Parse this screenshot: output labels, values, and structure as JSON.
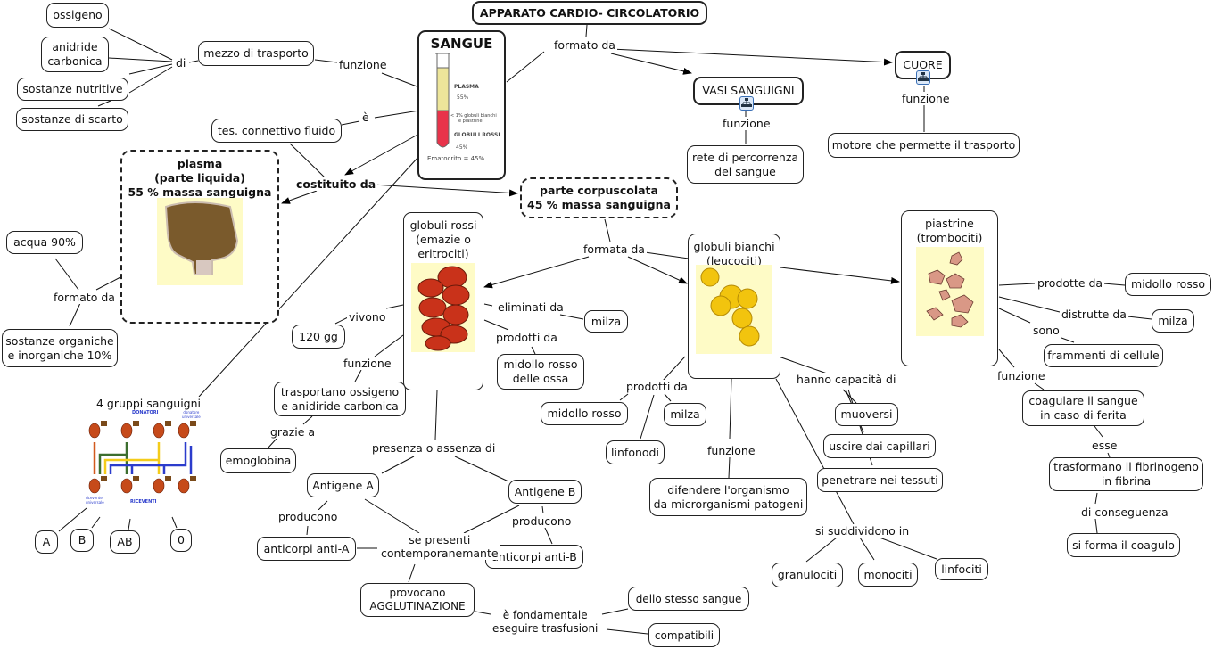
{
  "title": "APPARATO CARDIO- CIRCOLATORIO",
  "nodes": {
    "ossigeno": "ossigeno",
    "anidride_1": "anidride",
    "anidride_2": "carbonica",
    "sost_nutritive": "sostanze nutritive",
    "sost_scarto": "sostanze di scarto",
    "mezzo_trasporto": "mezzo di trasporto",
    "tes_connettivo": "tes. connettivo fluido",
    "sangue": "SANGUE",
    "vasi": "VASI SANGUIGNI",
    "cuore": "CUORE",
    "rete_1": "rete di percorrenza",
    "rete_2": "del sangue",
    "motore": "motore che permette il trasporto",
    "plasma_1": "plasma",
    "plasma_2": "(parte liquida)",
    "plasma_3": "55 % massa sanguigna",
    "corp_1": "parte corpuscolata",
    "corp_2": "45 % massa sanguigna",
    "acqua": "acqua 90%",
    "sost_org_1": "sostanze organiche",
    "sost_org_2": "e inorganiche 10%",
    "gr_1": "globuli rossi",
    "gr_2": "(emazie o",
    "gr_3": "eritrociti)",
    "gb_1": "globuli bianchi",
    "gb_2": "(leucociti)",
    "pi_1": "piastrine",
    "pi_2": "(trombociti)",
    "gg120": "120 gg",
    "milza_gr": "milza",
    "midollo_ossa_1": "midollo rosso",
    "midollo_ossa_2": "delle ossa",
    "trasportano_1": "trasportano ossigeno",
    "trasportano_2": "e anidiride carbonica",
    "emoglobina": "emoglobina",
    "antigene_a": "Antigene A",
    "antigene_b": "Antigene B",
    "anticorpi_a": "anticorpi anti-A",
    "anticorpi_b": "anticorpi anti-B",
    "agglut_1": "provocano",
    "agglut_2": "AGGLUTINAZIONE",
    "stesso_sangue": "dello stesso sangue",
    "compatibili": "compatibili",
    "midollo_gb": "midollo rosso",
    "milza_gb": "milza",
    "linfonodi": "linfonodi",
    "difendere_1": "difendere l'organismo",
    "difendere_2": "da microrganismi patogeni",
    "muoversi": "muoversi",
    "uscire": "uscire dai capillari",
    "penetrare": "penetrare nei tessuti",
    "granulociti": "granulociti",
    "monociti": "monociti",
    "linfociti": "linfociti",
    "midollo_pi": "midollo rosso",
    "milza_pi": "milza",
    "frammenti": "frammenti di cellule",
    "coagulare_1": "coagulare il sangue",
    "coagulare_2": "in caso di ferita",
    "fibrinogeno_1": "trasformano il fibrinogeno",
    "fibrinogeno_2": "in fibrina",
    "coagulo": "si forma il coagulo",
    "gruppo_a": "A",
    "gruppo_b": "B",
    "gruppo_ab": "AB",
    "gruppo_0": "0"
  },
  "links": {
    "di": "di",
    "funzione_sangue": "funzione",
    "e_accent": "è",
    "formato_da_top": "formato da",
    "costituito_da": "costituito da",
    "formata_da": "formata da",
    "funzione_vasi": "funzione",
    "funzione_cuore": "funzione",
    "formato_da_plasma": "formato da",
    "vivono": "vivono",
    "eliminati_da": "eliminati da",
    "prodotti_da_gr": "prodotti da",
    "funzione_gr": "funzione",
    "grazie_a": "grazie a",
    "presenza_assenza": "presenza o assenza di",
    "producono_a": "producono",
    "producono_b": "producono",
    "se_presenti_1": "se presenti",
    "se_presenti_2": "contemporanemante",
    "fondamentale_1": "è fondamentale",
    "fondamentale_2": "eseguire trasfusioni",
    "prodotti_da_gb": "prodotti da",
    "funzione_gb": "funzione",
    "hanno_capacita": "hanno capacità di",
    "si_suddividono": "si suddividono in",
    "prodotte_da": "prodotte da",
    "distrutte_da": "distrutte da",
    "sono": "sono",
    "funzione_pi": "funzione",
    "esse": "esse",
    "di_conseguenza": "di conseguenza",
    "gruppi_sanguigni": "4 gruppi sanguigni"
  },
  "tube": {
    "plasma": "PLASMA",
    "plasma_pct": "55%",
    "bianchi_1": "< 1% globuli bianchi",
    "bianchi_2": "e piastrine",
    "rossi": "GLOBULI ROSSI",
    "rossi_pct": "45%",
    "ematocrito": "Ematocrito = 45%"
  },
  "blood_chart": {
    "donatori": "DONATORI",
    "donatore_universale_1": "donatore",
    "donatore_universale_2": "universale",
    "ricevente_universale_1": "ricevente",
    "ricevente_universale_2": "universale",
    "riceventi": "RICEVENTI",
    "donor_groups": [
      "AB",
      "B",
      "A",
      "0"
    ],
    "recipient_groups": [
      "AB",
      "B",
      "A",
      "0"
    ]
  },
  "colors": {
    "plasma_yellow": "#ede59a",
    "blood_red": "#e8334a",
    "image_bg": "#fefbc6",
    "arrow_orange": "#d25a1e",
    "arrow_green": "#3c6e2e",
    "arrow_yellow": "#f4cc1a",
    "arrow_blue": "#2b3ccc",
    "icon_blue": "#3a6fb5"
  }
}
